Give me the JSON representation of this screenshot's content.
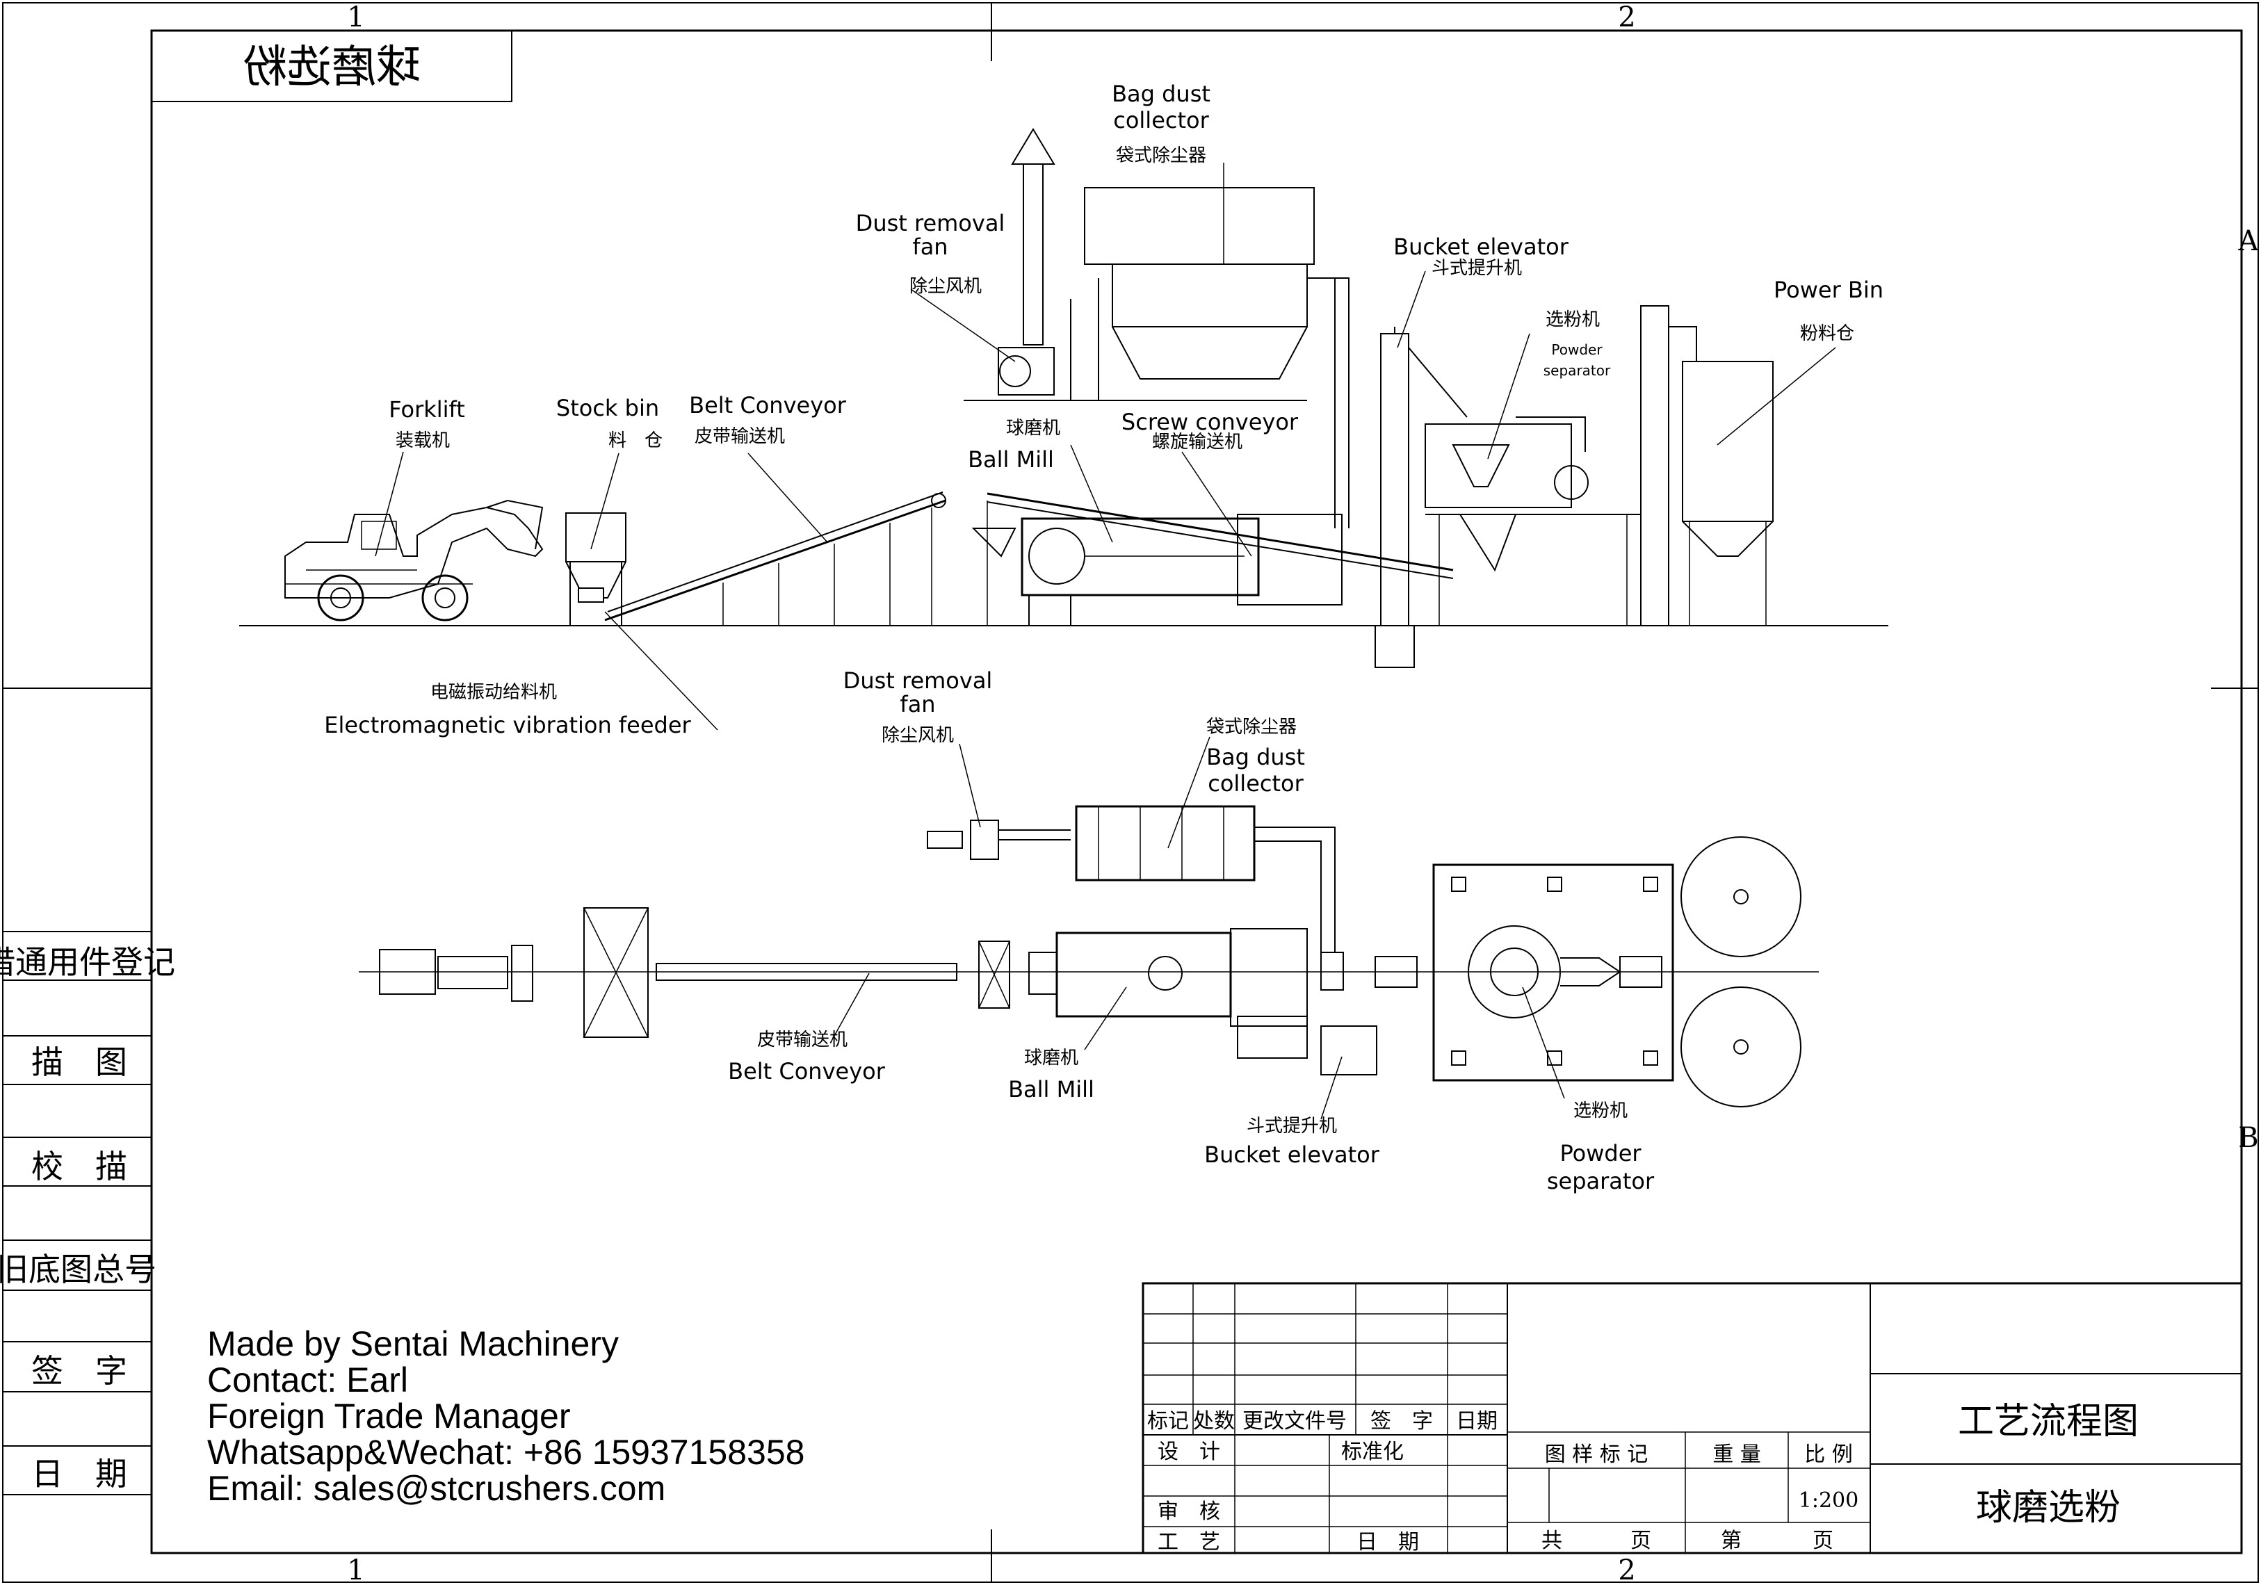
{
  "title_banner": "球磨选粉",
  "grid": {
    "columns": [
      "1",
      "2"
    ],
    "rows": [
      "A",
      "B"
    ]
  },
  "side_register": [
    "借通用件登记",
    "描　图",
    "校　描",
    "旧底图总号",
    "签　字",
    "日　期"
  ],
  "elevation_labels": {
    "forklift_en": "Forklift",
    "forklift_cn": "装载机",
    "stock_bin_en": "Stock bin",
    "stock_bin_cn": "料　仓",
    "belt_conveyor_en": "Belt Conveyor",
    "belt_conveyor_cn": "皮带输送机",
    "ball_mill_cn": "球磨机",
    "ball_mill_en": "Ball Mill",
    "screw_conveyor_en": "Screw conveyor",
    "screw_conveyor_cn": "螺旋输送机",
    "dust_fan_en_1": "Dust removal",
    "dust_fan_en_2": "fan",
    "dust_fan_cn": "除尘风机",
    "bag_collector_en_1": "Bag dust",
    "bag_collector_en_2": "collector",
    "bag_collector_cn": "袋式除尘器",
    "bucket_elevator_en": "Bucket elevator",
    "bucket_elevator_cn": "斗式提升机",
    "powder_separator_cn": "选粉机",
    "powder_separator_en_1": "Powder",
    "powder_separator_en_2": "separator",
    "power_bin_en": "Power Bin",
    "power_bin_cn": "粉料仓",
    "feeder_cn": "电磁振动给料机",
    "feeder_en": "Electromagnetic vibration feeder"
  },
  "plan_labels": {
    "dust_fan_en_1": "Dust removal",
    "dust_fan_en_2": "fan",
    "dust_fan_cn": "除尘风机",
    "bag_collector_cn": "袋式除尘器",
    "bag_collector_en_1": "Bag dust",
    "bag_collector_en_2": "collector",
    "belt_conveyor_cn": "皮带输送机",
    "belt_conveyor_en": "Belt Conveyor",
    "ball_mill_cn": "球磨机",
    "ball_mill_en": "Ball Mill",
    "bucket_elevator_cn": "斗式提升机",
    "bucket_elevator_en": "Bucket elevator",
    "powder_separator_cn": "选粉机",
    "powder_separator_en_1": "Powder",
    "powder_separator_en_2": "separator"
  },
  "credits": [
    "Made by Sentai Machinery",
    "Contact: Earl",
    "Foreign Trade Manager",
    "Whatsapp&Wechat: +86 15937158358",
    "Email: sales@stcrushers.com"
  ],
  "title_block": {
    "rev_headers": [
      "标记",
      "处数",
      "更改文件号",
      "签　字",
      "日期"
    ],
    "design": "设　计",
    "standard": "标准化",
    "review": "审　核",
    "process": "工　艺",
    "date": "日　期",
    "drawing_mark": "图 样 标 记",
    "weight": "重 量",
    "scale": "比 例",
    "scale_value": "1:200",
    "total": "共",
    "sheet": "页",
    "sheet_no": "第",
    "sheet_of": "页",
    "drawing_title": "工艺流程图",
    "drawing_subtitle": "球磨选粉"
  }
}
